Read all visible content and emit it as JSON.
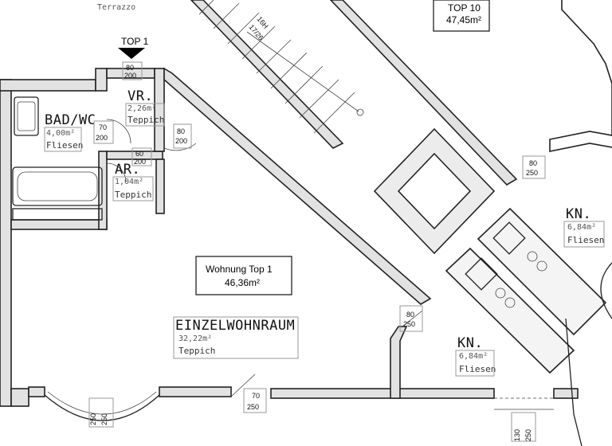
{
  "top_label": "TOP 1",
  "stair": {
    "count": "16H",
    "ratio": "17/26"
  },
  "neighbour_unit": {
    "name": "TOP 10",
    "area": "47,45m²"
  },
  "partial_text": {
    "top_left": "Terrazzo"
  },
  "unit": {
    "name": "Wohnung Top 1",
    "area": "46,36m²"
  },
  "rooms": {
    "bad": {
      "name": "BAD/WC",
      "area": "4,00m²",
      "floor": "Fliesen"
    },
    "vr": {
      "name": "VR.",
      "area": "2,26m²",
      "floor": "Teppich"
    },
    "ar": {
      "name": "AR.",
      "area": "1,04m²",
      "floor": "Teppich"
    },
    "einzel": {
      "name": "EINZELWOHNRAUM",
      "area": "32,22m²",
      "floor": "Teppich"
    },
    "kn_center": {
      "name": "KN.",
      "area": "6,84m²",
      "floor": "Fliesen"
    },
    "kn_right": {
      "name": "KN.",
      "area": "6,84m²",
      "floor": "Fliesen"
    }
  },
  "doors": {
    "vr_entry": {
      "w": "80",
      "h": "200"
    },
    "bad": {
      "w": "70",
      "h": "200"
    },
    "ar": {
      "w": "60",
      "h": "200"
    },
    "wohn": {
      "w": "80",
      "h": "200"
    },
    "kn_r": {
      "w": "80",
      "h": "250"
    },
    "kn_c": {
      "w": "80",
      "h": "250"
    },
    "balc": {
      "w": "70",
      "h": "250"
    },
    "win_l": {
      "w": "250",
      "h": "250"
    },
    "win_r": {
      "w": "130",
      "h": "250"
    }
  }
}
